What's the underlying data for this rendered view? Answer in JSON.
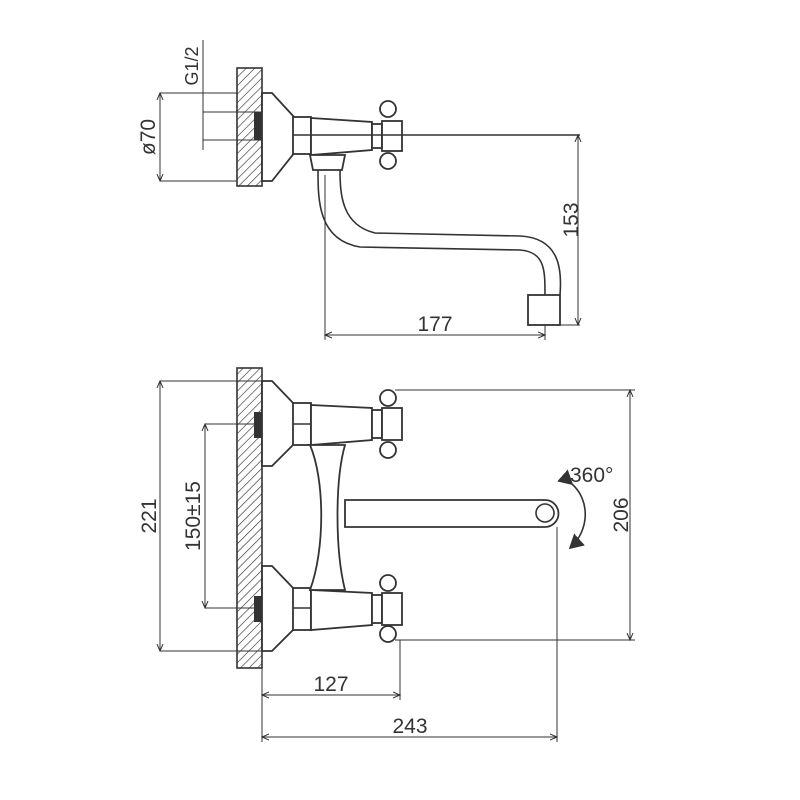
{
  "drawing": {
    "title": "Wall-mounted faucet dimensional drawing",
    "top_view": {
      "thread_label": "G1/2",
      "diameter_label": "ø70",
      "height_label": "153",
      "reach_label": "177"
    },
    "front_view": {
      "overall_height_label": "221",
      "inlet_spacing_label": "150±15",
      "rotation_label": "360°",
      "handle_span_label": "206",
      "handle_depth_label": "127",
      "overall_depth_label": "243"
    }
  }
}
